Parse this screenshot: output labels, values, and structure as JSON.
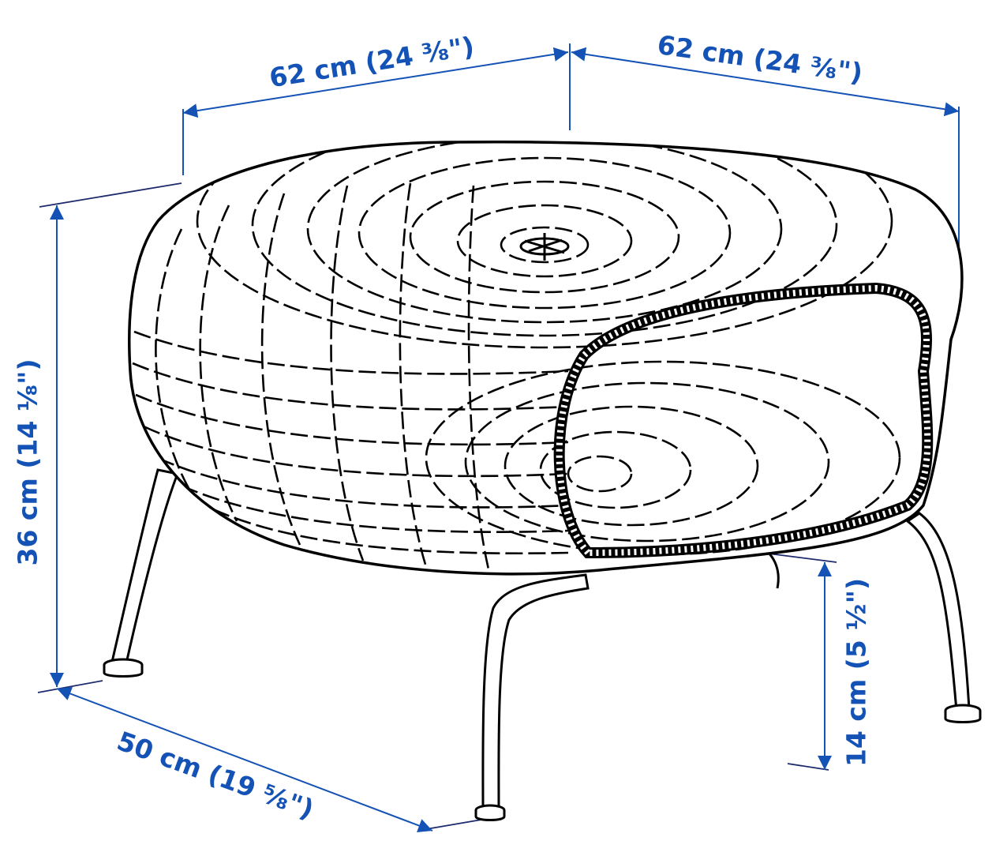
{
  "diagram": {
    "subject": "Round rattan footstool with metal legs",
    "colors": {
      "dimension": "#1452b5",
      "outline": "#000000",
      "background": "#ffffff"
    },
    "dimensions": {
      "width_left": {
        "label": "62 cm (24 ³⁄₈\")",
        "metric": "62 cm",
        "imperial": "24 3/8\""
      },
      "width_right": {
        "label": "62 cm (24 ³⁄₈\")",
        "metric": "62 cm",
        "imperial": "24 3/8\""
      },
      "height": {
        "label": "36 cm (14 ¹⁄₈\")",
        "metric": "36 cm",
        "imperial": "14 1/8\""
      },
      "depth": {
        "label": "50 cm (19 ⁵⁄₈\")",
        "metric": "50 cm",
        "imperial": "19 5/8\""
      },
      "leg_clearance": {
        "label": "14 cm (5 ¹⁄₂\")",
        "metric": "14 cm",
        "imperial": "5 1/2\""
      }
    }
  }
}
